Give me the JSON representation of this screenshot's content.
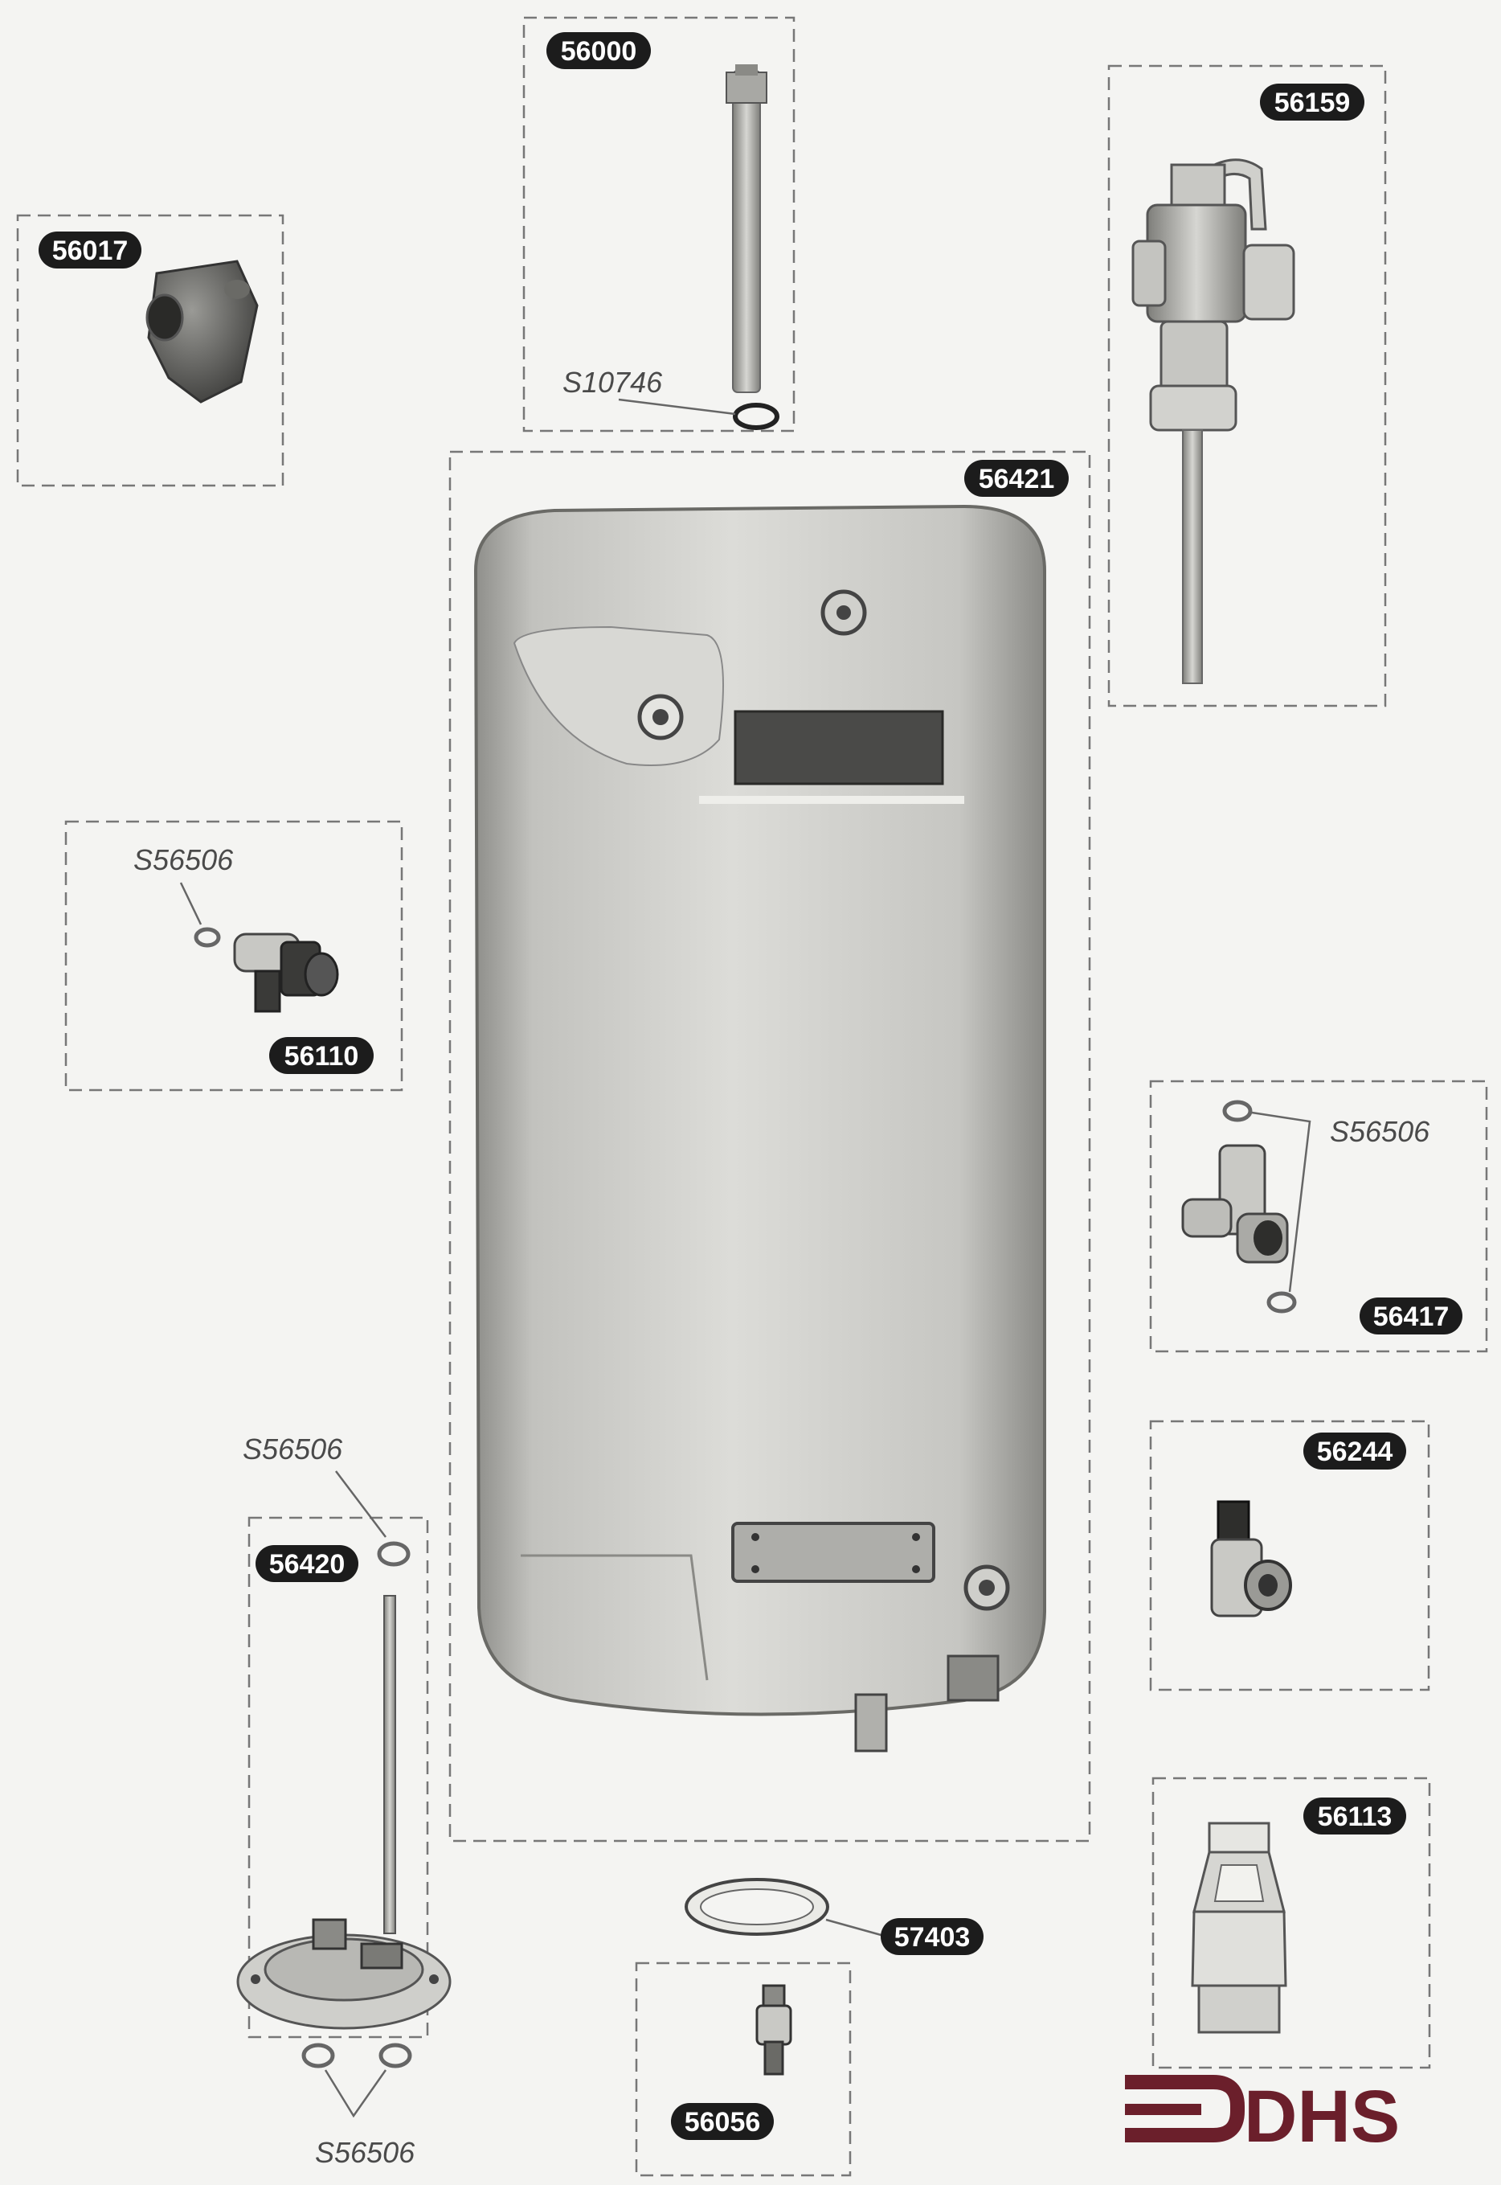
{
  "brand": {
    "name": "DHS",
    "color": "#6b1f2b"
  },
  "parts": {
    "p56000": "56000",
    "p56159": "56159",
    "p56017": "56017",
    "p56421": "56421",
    "p56110": "56110",
    "p56417": "56417",
    "p56244": "56244",
    "p56420": "56420",
    "p56113": "56113",
    "p57403": "57403",
    "p56056": "56056"
  },
  "refs": {
    "s10746": "S10746",
    "s56506_a": "S56506",
    "s56506_b": "S56506",
    "s56506_c": "S56506",
    "s56506_d": "S56506"
  },
  "colors": {
    "badge": "#1c1c1c",
    "metal": "#c9c9c5",
    "line": "#777777"
  }
}
